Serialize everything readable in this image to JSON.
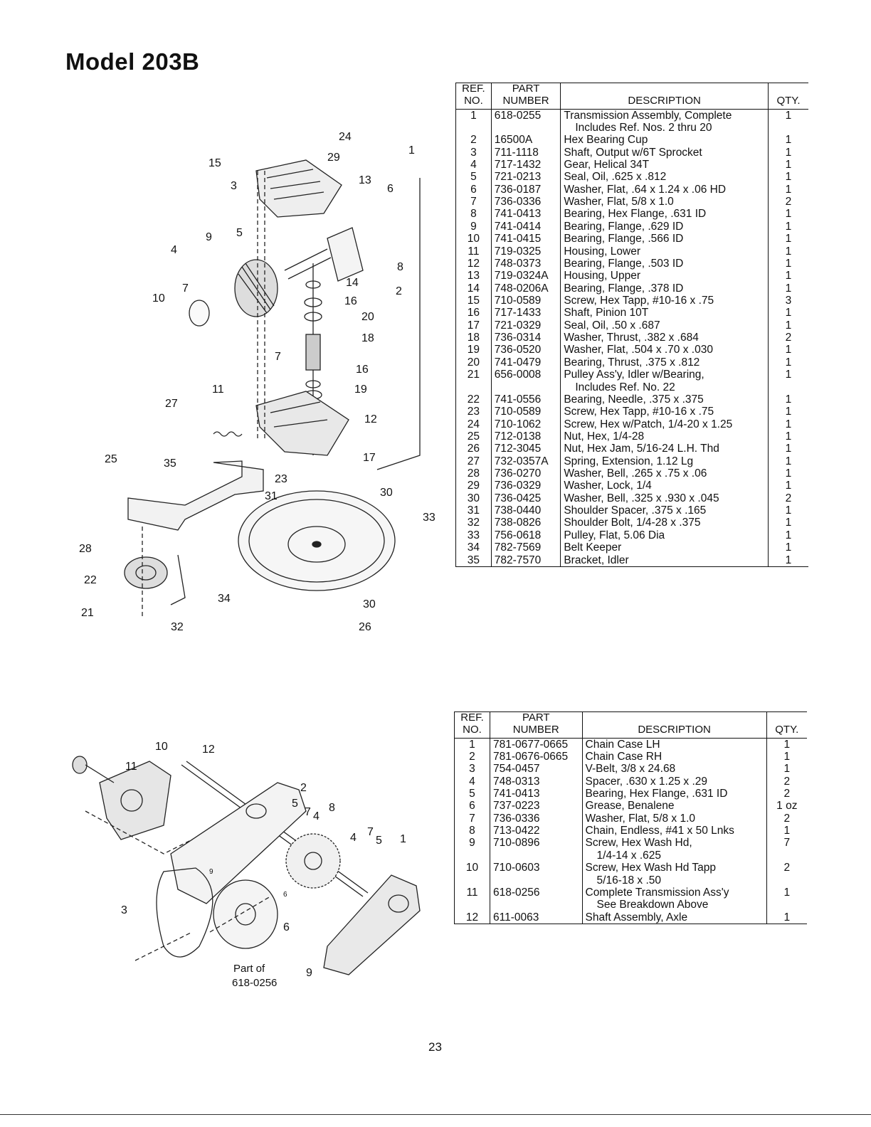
{
  "page": {
    "title": "Model 203B",
    "page_number": "23"
  },
  "table_headers": {
    "ref": [
      "REF.",
      "NO."
    ],
    "part": [
      "PART",
      "NUMBER"
    ],
    "description": "DESCRIPTION",
    "qty": "QTY."
  },
  "transmission_parts": [
    {
      "ref": "1",
      "part": "618-0255",
      "desc": "Transmission Assembly, Complete",
      "desc2": "Includes Ref. Nos. 2 thru 20",
      "qty": "1"
    },
    {
      "ref": "2",
      "part": "16500A",
      "desc": "Hex Bearing Cup",
      "qty": "1"
    },
    {
      "ref": "3",
      "part": "711-1118",
      "desc": "Shaft, Output w/6T Sprocket",
      "qty": "1"
    },
    {
      "ref": "4",
      "part": "717-1432",
      "desc": "Gear, Helical 34T",
      "qty": "1"
    },
    {
      "ref": "5",
      "part": "721-0213",
      "desc": "Seal, Oil, .625 x .812",
      "qty": "1"
    },
    {
      "ref": "6",
      "part": "736-0187",
      "desc": "Washer, Flat, .64 x 1.24 x .06 HD",
      "qty": "1"
    },
    {
      "ref": "7",
      "part": "736-0336",
      "desc": "Washer, Flat, 5/8 x 1.0",
      "qty": "2"
    },
    {
      "ref": "8",
      "part": "741-0413",
      "desc": "Bearing, Hex Flange, .631 ID",
      "qty": "1"
    },
    {
      "ref": "9",
      "part": "741-0414",
      "desc": "Bearing, Flange, .629 ID",
      "qty": "1"
    },
    {
      "ref": "10",
      "part": "741-0415",
      "desc": "Bearing, Flange, .566 ID",
      "qty": "1"
    },
    {
      "ref": "11",
      "part": "719-0325",
      "desc": "Housing, Lower",
      "qty": "1"
    },
    {
      "ref": "12",
      "part": "748-0373",
      "desc": "Bearing, Flange, .503 ID",
      "qty": "1"
    },
    {
      "ref": "13",
      "part": "719-0324A",
      "desc": "Housing, Upper",
      "qty": "1"
    },
    {
      "ref": "14",
      "part": "748-0206A",
      "desc": "Bearing, Flange, .378 ID",
      "qty": "1"
    },
    {
      "ref": "15",
      "part": "710-0589",
      "desc": "Screw, Hex Tapp, #10-16 x .75",
      "qty": "3"
    },
    {
      "ref": "16",
      "part": "717-1433",
      "desc": "Shaft, Pinion 10T",
      "qty": "1"
    },
    {
      "ref": "17",
      "part": "721-0329",
      "desc": "Seal, Oil, .50 x .687",
      "qty": "1"
    },
    {
      "ref": "18",
      "part": "736-0314",
      "desc": "Washer, Thrust, .382 x .684",
      "qty": "2"
    },
    {
      "ref": "19",
      "part": "736-0520",
      "desc": "Washer, Flat, .504 x .70 x .030",
      "qty": "1"
    },
    {
      "ref": "20",
      "part": "741-0479",
      "desc": "Bearing, Thrust, .375 x .812",
      "qty": "1"
    },
    {
      "ref": "21",
      "part": "656-0008",
      "desc": "Pulley Ass'y, Idler w/Bearing,",
      "desc2": "Includes Ref. No. 22",
      "qty": "1"
    },
    {
      "ref": "22",
      "part": "741-0556",
      "desc": "Bearing, Needle, .375 x .375",
      "qty": "1"
    },
    {
      "ref": "23",
      "part": "710-0589",
      "desc": "Screw, Hex Tapp, #10-16 x .75",
      "qty": "1"
    },
    {
      "ref": "24",
      "part": "710-1062",
      "desc": "Screw, Hex w/Patch, 1/4-20 x 1.25",
      "qty": "1"
    },
    {
      "ref": "25",
      "part": "712-0138",
      "desc": "Nut, Hex, 1/4-28",
      "qty": "1"
    },
    {
      "ref": "26",
      "part": "712-3045",
      "desc": "Nut, Hex Jam, 5/16-24 L.H. Thd",
      "qty": "1"
    },
    {
      "ref": "27",
      "part": "732-0357A",
      "desc": "Spring, Extension, 1.12 Lg",
      "qty": "1"
    },
    {
      "ref": "28",
      "part": "736-0270",
      "desc": "Washer, Bell, .265 x .75 x .06",
      "qty": "1"
    },
    {
      "ref": "29",
      "part": "736-0329",
      "desc": "Washer, Lock, 1/4",
      "qty": "1"
    },
    {
      "ref": "30",
      "part": "736-0425",
      "desc": "Washer, Bell, .325 x .930 x .045",
      "qty": "2"
    },
    {
      "ref": "31",
      "part": "738-0440",
      "desc": "Shoulder Spacer, .375 x .165",
      "qty": "1"
    },
    {
      "ref": "32",
      "part": "738-0826",
      "desc": "Shoulder Bolt, 1/4-28 x .375",
      "qty": "1"
    },
    {
      "ref": "33",
      "part": "756-0618",
      "desc": "Pulley, Flat, 5.06 Dia",
      "qty": "1"
    },
    {
      "ref": "34",
      "part": "782-7569",
      "desc": "Belt Keeper",
      "qty": "1"
    },
    {
      "ref": "35",
      "part": "782-7570",
      "desc": "Bracket, Idler",
      "qty": "1"
    }
  ],
  "chain_case_parts": [
    {
      "ref": "1",
      "part": "781-0677-0665",
      "desc": "Chain Case LH",
      "qty": "1"
    },
    {
      "ref": "2",
      "part": "781-0676-0665",
      "desc": "Chain Case RH",
      "qty": "1"
    },
    {
      "ref": "3",
      "part": "754-0457",
      "desc": "V-Belt, 3/8 x 24.68",
      "qty": "1"
    },
    {
      "ref": "4",
      "part": "748-0313",
      "desc": "Spacer, .630 x 1.25 x .29",
      "qty": "2"
    },
    {
      "ref": "5",
      "part": "741-0413",
      "desc": "Bearing, Hex Flange, .631 ID",
      "qty": "2"
    },
    {
      "ref": "6",
      "part": "737-0223",
      "desc": "Grease, Benalene",
      "qty": "1 oz"
    },
    {
      "ref": "7",
      "part": "736-0336",
      "desc": "Washer, Flat, 5/8 x 1.0",
      "qty": "2"
    },
    {
      "ref": "8",
      "part": "713-0422",
      "desc": "Chain, Endless, #41 x 50 Lnks",
      "qty": "1"
    },
    {
      "ref": "9",
      "part": "710-0896",
      "desc": "Screw, Hex Wash Hd,",
      "desc2": "1/4-14 x .625",
      "qty": "7"
    },
    {
      "ref": "10",
      "part": "710-0603",
      "desc": "Screw, Hex Wash Hd Tapp",
      "desc2": "5/16-18 x .50",
      "qty": "2"
    },
    {
      "ref": "11",
      "part": "618-0256",
      "desc": "Complete Transmission Ass'y",
      "desc2": "See Breakdown Above",
      "qty": "1"
    },
    {
      "ref": "12",
      "part": "611-0063",
      "desc": "Shaft Assembly, Axle",
      "qty": "1"
    }
  ],
  "diagram_top": {
    "callouts": [
      "24",
      "29",
      "1",
      "15",
      "13",
      "3",
      "6",
      "9",
      "5",
      "4",
      "8",
      "14",
      "2",
      "7",
      "10",
      "16",
      "20",
      "18",
      "7",
      "16",
      "11",
      "19",
      "27",
      "12",
      "17",
      "25",
      "35",
      "23",
      "31",
      "30",
      "33",
      "28",
      "22",
      "34",
      "21",
      "30",
      "32",
      "26"
    ]
  },
  "diagram_bottom": {
    "callouts": [
      "10",
      "12",
      "11",
      "2",
      "5",
      "7",
      "4",
      "8",
      "4",
      "7",
      "5",
      "1",
      "9",
      "3",
      "6",
      "6",
      "9"
    ],
    "note_line1": "Part of",
    "note_line2": "618-0256"
  }
}
